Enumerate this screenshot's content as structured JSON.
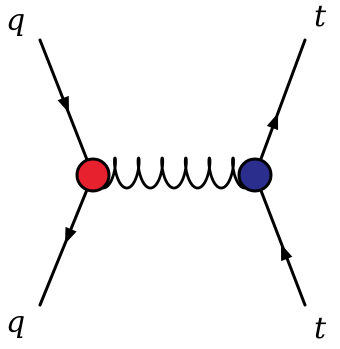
{
  "diagram": {
    "labels": {
      "top_left": "q",
      "bottom_left": "q",
      "top_right": "t",
      "bottom_right": "t"
    },
    "vertices": {
      "left": {
        "color": "#e8212e"
      },
      "right": {
        "color": "#2b2e8c"
      }
    },
    "propagator": {
      "type": "gluon",
      "loops": 7
    },
    "line_color": "#000000"
  }
}
